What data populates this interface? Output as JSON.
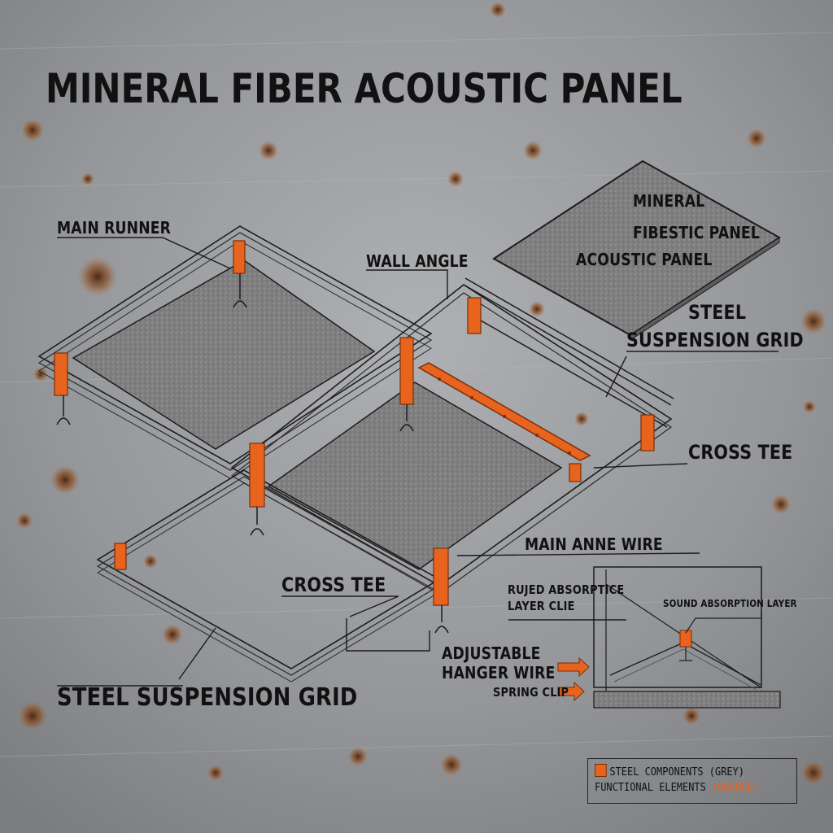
{
  "title": "MINERAL FIBER ACOUSTIC PANEL",
  "labels": {
    "main_runner": "MAIN RUNNER",
    "wall_angle": "WALL ANGLE",
    "panel_line1": "MINERAL",
    "panel_line2": "FIBESTIC PANEL",
    "panel_line3": "ACOUSTIC PANEL",
    "grid_top_line1": "STEEL",
    "grid_top_line2": "SUSPENSION GRID",
    "cross_tee_right": "CROSS TEE",
    "main_anne_wire": "MAIN ANNE WIRE",
    "cross_tee_left": "CROSS TEE",
    "adjustable_line1": "ADJUSTABLE",
    "adjustable_line2": "HANGER WIRE",
    "grid_bottom": "STEEL SUSPENSION GRID",
    "detail_label_line1": "RUJED ABSORPTICE",
    "detail_label_line2": "LAYER CLIE",
    "sound_absorption": "SOUND ABSORPTION LAYER",
    "spring_clip": "SPRING CLIP"
  },
  "legend": {
    "row1": "STEEL COMPONENTS (GREY)",
    "row2_prefix": "FUNCTIONAL ELEMENTS ",
    "row2_highlight": "(ORANGE)"
  },
  "colors": {
    "steel_background": "#8e9094",
    "rust": "#8a4a1c",
    "orange_accent": "#e8641e",
    "panel_fill": "#7d7d7d",
    "line": "#1c1c1c"
  }
}
